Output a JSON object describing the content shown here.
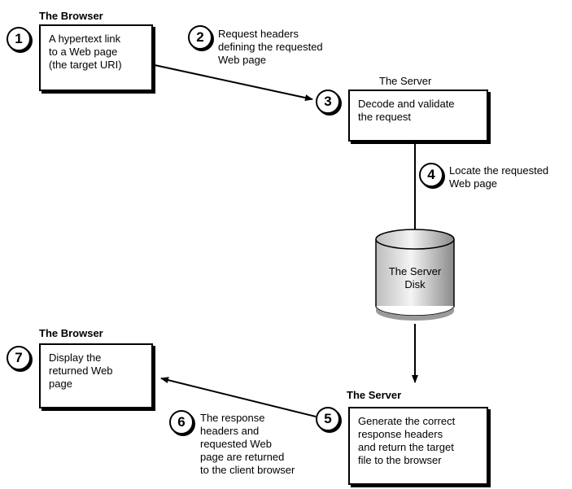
{
  "browser_top": {
    "heading": "The Browser",
    "step": "1",
    "box_lines": [
      "A hypertext link",
      "to a Web page",
      "(the target URI)"
    ]
  },
  "request_headers": {
    "step": "2",
    "lines": [
      "Request headers",
      "defining the requested",
      "Web page"
    ]
  },
  "server_top": {
    "heading": "The Server",
    "step": "3",
    "box_lines": [
      "Decode and validate",
      "the request"
    ]
  },
  "locate": {
    "step": "4",
    "lines": [
      "Locate the requested",
      "Web page"
    ]
  },
  "disk": {
    "lines": [
      "The Server",
      "Disk"
    ]
  },
  "server_bottom": {
    "heading": "The Server",
    "step": "5",
    "box_lines": [
      "Generate the correct",
      "response headers",
      "and return the target",
      "file to the browser"
    ]
  },
  "response": {
    "step": "6",
    "lines": [
      "The response",
      "headers and",
      "requested Web",
      "page are returned",
      "to the client browser"
    ]
  },
  "browser_bottom": {
    "heading": "The Browser",
    "step": "7",
    "box_lines": [
      "Display the",
      "returned Web",
      "page"
    ]
  }
}
